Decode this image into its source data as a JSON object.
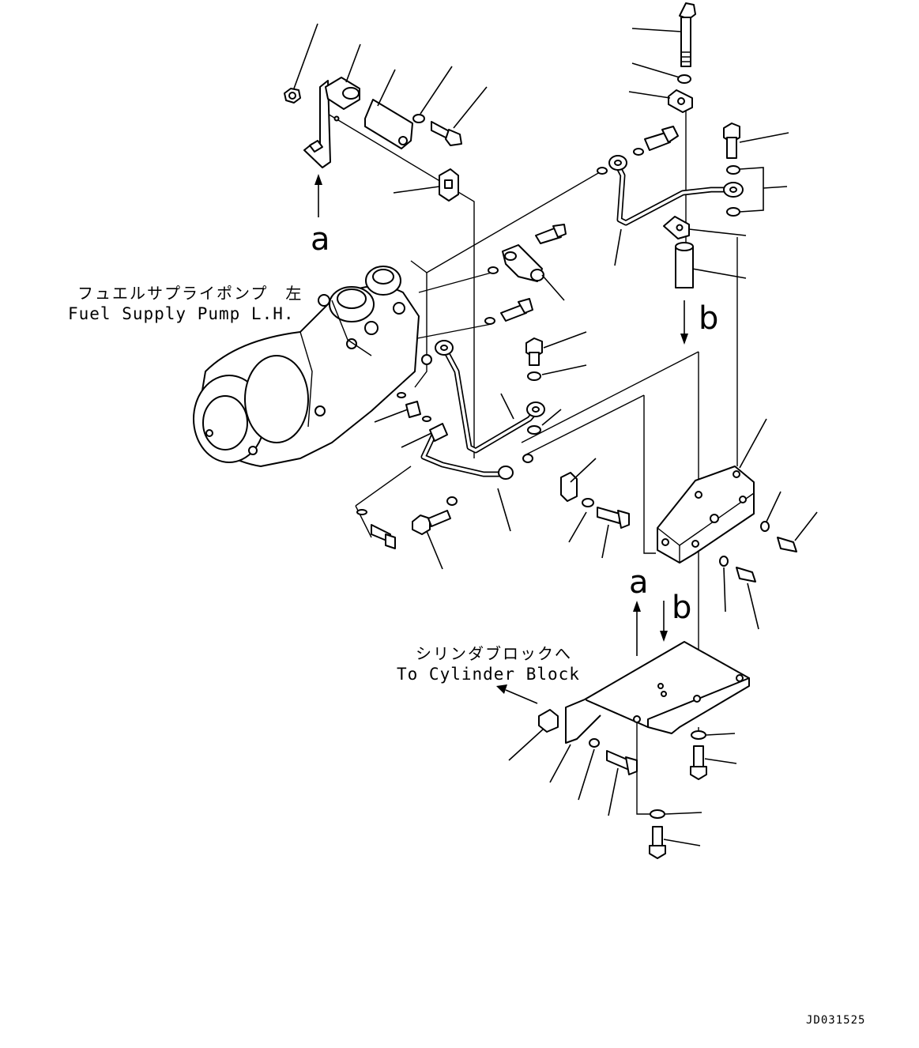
{
  "labels": {
    "pump_jp": "フュエルサプライポンプ　左",
    "pump_en": "Fuel Supply Pump L.H.",
    "cylinder_jp": "シリンダブロックへ",
    "cylinder_en": "To Cylinder Block"
  },
  "markers": {
    "a": "a",
    "b": "b"
  },
  "drawing_code": "JD031525"
}
